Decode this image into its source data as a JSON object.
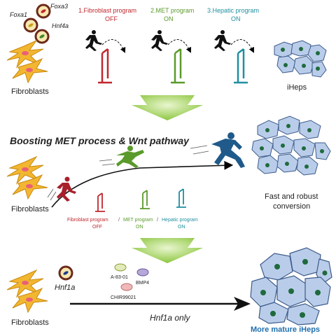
{
  "factors": {
    "foxa1": "Foxa1",
    "foxa3": "Foxa3",
    "hnf4a": "Hnf4a",
    "hnf1a": "Hnf1a"
  },
  "cells": {
    "fibroblasts": "Fibroblasts",
    "iheps": "iHeps",
    "fast_conversion_line1": "Fast and robust",
    "fast_conversion_line2": "conversion",
    "more_mature": "More mature iHeps"
  },
  "top_programs": [
    {
      "name": "1.Fibroblast program",
      "state": "OFF",
      "color": "#c0272d"
    },
    {
      "name": "2.MET program",
      "state": "ON",
      "color": "#5a9a2a"
    },
    {
      "name": "3.Hepatic program",
      "state": "ON",
      "color": "#1f8fa0"
    }
  ],
  "middle": {
    "heading": "Boosting MET process & Wnt pathway",
    "programs": [
      {
        "name": "Fibroblast program",
        "state": "OFF",
        "color": "#c0272d"
      },
      {
        "name": "MET program",
        "state": "ON",
        "color": "#5a9a2a"
      },
      {
        "name": "Hepatic program",
        "state": "ON",
        "color": "#1f8fa0"
      }
    ],
    "separator": "/"
  },
  "bottom": {
    "compounds": [
      "A-83-01",
      "BMP4",
      "CHIR99021"
    ],
    "arrow_label": "Hnf1a only"
  },
  "colors": {
    "fibroblast_fill": "#f2b630",
    "fibroblast_nucleus": "#e8607a",
    "hep_fill": "#b9cdea",
    "hep_stroke": "#3c5a8a",
    "hep_nucleus": "#1f6a3c",
    "transition_arrow": "#8cc63f",
    "accent_blue": "#1f6fae"
  }
}
